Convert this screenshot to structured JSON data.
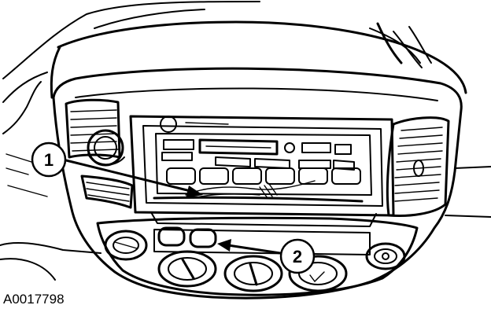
{
  "figure": {
    "id_label": "A0017798"
  },
  "callouts": [
    {
      "label": "1"
    },
    {
      "label": "2"
    }
  ]
}
